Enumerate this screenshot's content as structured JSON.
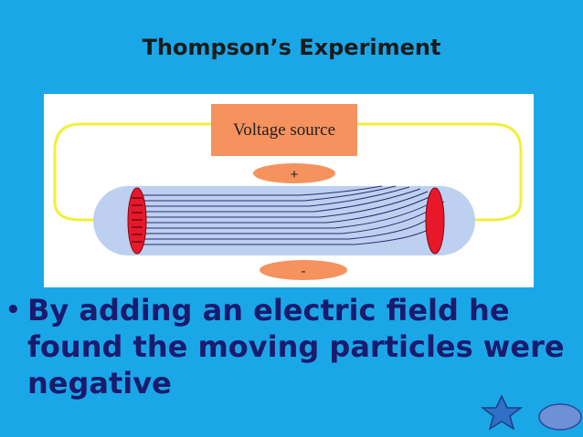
{
  "slide": {
    "title": "Thompson’s Experiment",
    "bullet_text": "By adding an electric field he found the moving particles were negative"
  },
  "diagram": {
    "voltage_source_label": "Voltage source",
    "positive_plate_label": "+",
    "negative_plate_label": "-"
  },
  "colors": {
    "background": "#1aa7e8",
    "wire": "#f2ef3a",
    "voltage_box": "#f5925e",
    "plate": "#f5925e",
    "tube": "#bdd0f0",
    "electrode": "#e8182a",
    "bullet_text": "#1a1a6e",
    "star": "#2f6fc8",
    "oval": "#6f8fd6"
  },
  "navigation": {
    "star_icon": "star-icon",
    "oval_icon": "oval-icon"
  }
}
